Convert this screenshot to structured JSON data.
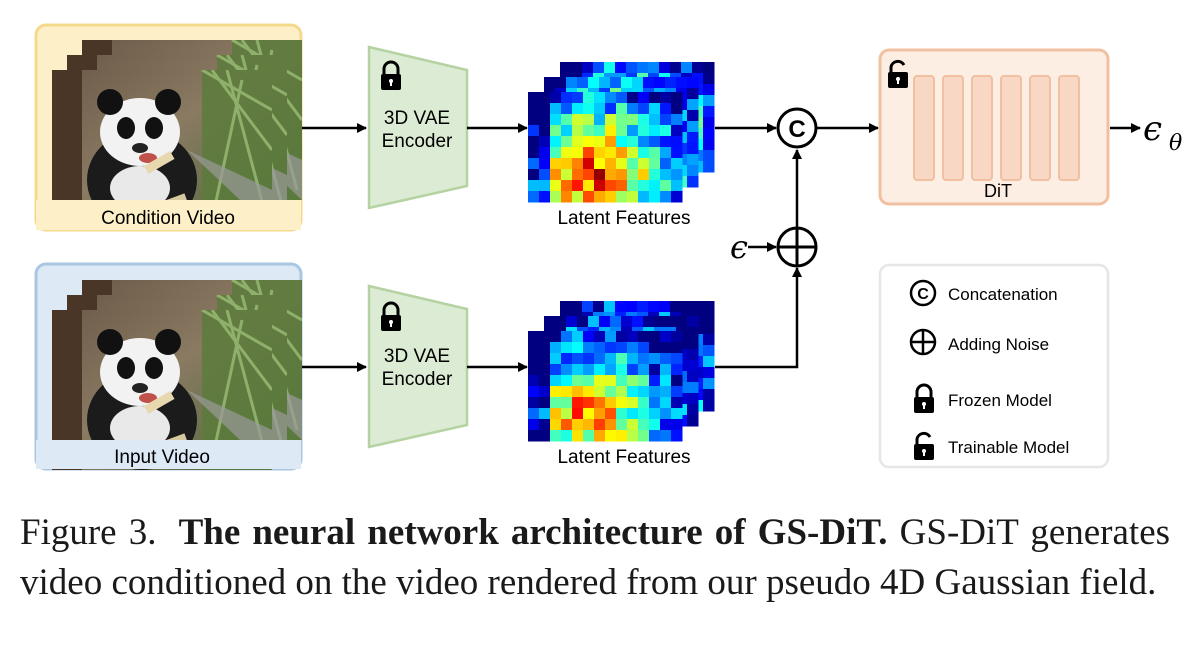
{
  "diagram": {
    "condition_video_label": "Condition Video",
    "input_video_label": "Input Video",
    "encoder_top_label": [
      "3D VAE",
      "Encoder"
    ],
    "encoder_bottom_label": [
      "3D VAE",
      "Encoder"
    ],
    "latent_top_label": "Latent Features",
    "latent_bottom_label": "Latent Features",
    "dit_label": "DiT",
    "concat_symbol": "C",
    "noise_symbol": "ϵ",
    "output_symbol": "ϵ",
    "output_subscript": "θ",
    "legend": {
      "concatenation": "Concatenation",
      "adding_noise": "Adding Noise",
      "frozen_model": "Frozen Model",
      "trainable_model": "Trainable Model"
    },
    "colors": {
      "condition_panel": "#fdf0c8",
      "condition_border": "#f5d98a",
      "input_panel": "#dde9f5",
      "input_border": "#a9c6e3",
      "encoder_fill": "#dcebd3",
      "encoder_stroke": "#b5d3a2",
      "dit_fill": "#fdeee3",
      "dit_stroke": "#f0c0a0"
    }
  },
  "caption": {
    "figure_label": "Figure 3.",
    "bold_title": "The neural network architecture of GS-DiT.",
    "text": "GS-DiT generates video conditioned on the video rendered from our pseudo 4D Gaussian field."
  }
}
